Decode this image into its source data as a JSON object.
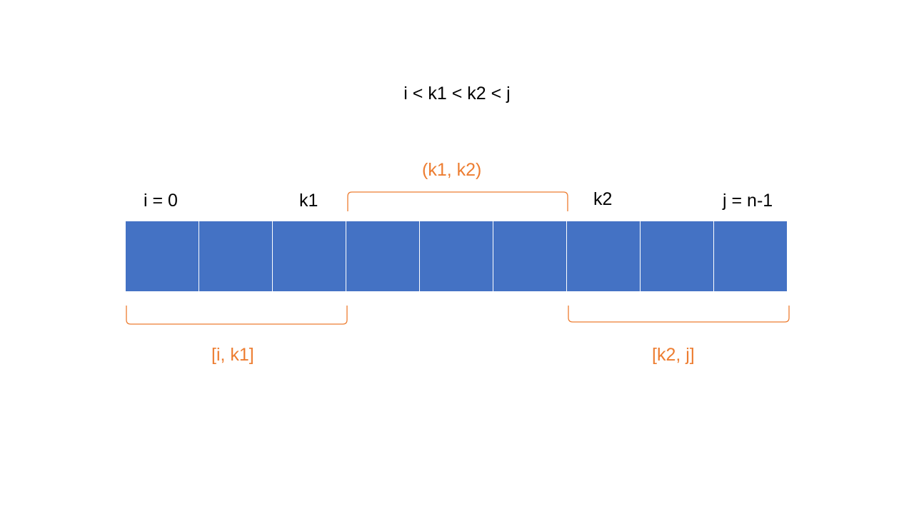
{
  "diagram": {
    "title": "i < k1 < k2 < j",
    "index_labels": {
      "i": "i = 0",
      "k1": "k1",
      "k2": "k2",
      "j": "j = n-1"
    },
    "range_labels": {
      "middle": "(k1, k2)",
      "left": "[i, k1]",
      "right": "[k2, j]"
    },
    "array_cell_count": 9,
    "colors": {
      "cell_fill": "#4472C4",
      "cell_border": "#ffffff",
      "accent": "#ED7D31",
      "text": "#000000"
    }
  }
}
